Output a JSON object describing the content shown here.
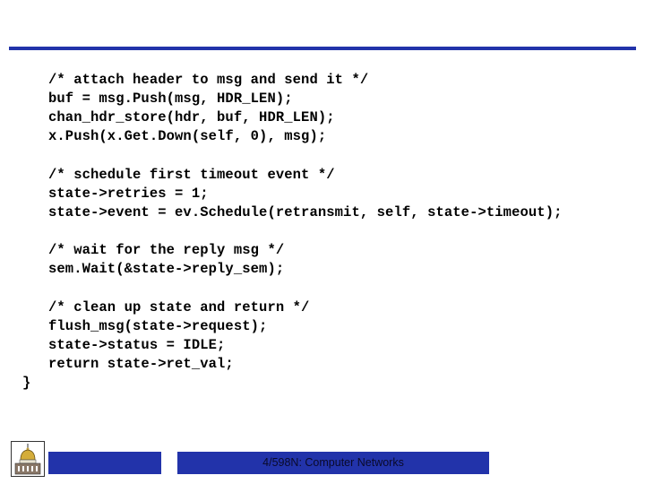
{
  "slide": {
    "code_lines": [
      "/* attach header to msg and send it */",
      "buf = msg.Push(msg, HDR_LEN);",
      "chan_hdr_store(hdr, buf, HDR_LEN);",
      "x.Push(x.Get.Down(self, 0), msg);",
      "/* schedule first timeout event */",
      "state->retries = 1;",
      "state->event = ev.Schedule(retransmit, self, state->timeout);",
      "/* wait for the reply msg */",
      "sem.Wait(&state->reply_sem);",
      "/* clean up state and return */",
      "flush_msg(state->request);",
      "state->status = IDLE;",
      "return state->ret_val;",
      "}"
    ]
  },
  "footer": {
    "course_label": "4/598N: Computer Networks",
    "logo_icon": "university-dome-logo-icon"
  },
  "colors": {
    "accent": "#2233aa"
  }
}
